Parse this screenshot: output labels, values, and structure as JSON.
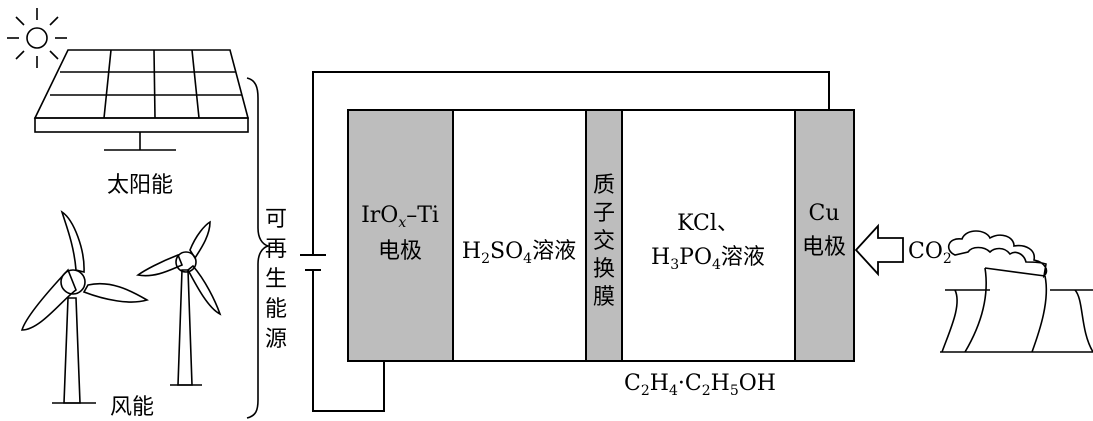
{
  "labels": {
    "solar": "太阳能",
    "wind": "风能",
    "renewable": [
      "可",
      "再",
      "生",
      "能",
      "源"
    ],
    "anode": {
      "prefix": "IrO",
      "sub_x": "x",
      "suffix": "–Ti",
      "line2": "电极"
    },
    "left_solution": {
      "h": "H",
      "sub1": "2",
      "so": "SO",
      "sub2": "4",
      "rest": "溶液"
    },
    "membrane": [
      "质",
      "子",
      "交",
      "换",
      "膜"
    ],
    "right_solution": {
      "line1": "KCl、",
      "h": "H",
      "sub1": "3",
      "po": "PO",
      "sub2": "4",
      "rest": "溶液"
    },
    "cathode": {
      "line1": "Cu",
      "line2": "电极"
    },
    "co2": {
      "co": "CO",
      "sub": "2"
    },
    "products": {
      "c1": "C",
      "s1": "2",
      "h1": "H",
      "s2": "4",
      "dot": "·",
      "c2": "C",
      "s3": "2",
      "h2": "H",
      "s4": "5",
      "oh": "OH"
    }
  },
  "colors": {
    "electrode_fill": "#bdbdbd",
    "membrane_fill": "#bdbdbd",
    "line": "#000000",
    "background": "#ffffff"
  },
  "icons": [
    "sun-icon",
    "solar-panel-icon",
    "wind-turbine-icon",
    "factory-chimney-icon",
    "arrow-right-icon",
    "battery-icon"
  ]
}
